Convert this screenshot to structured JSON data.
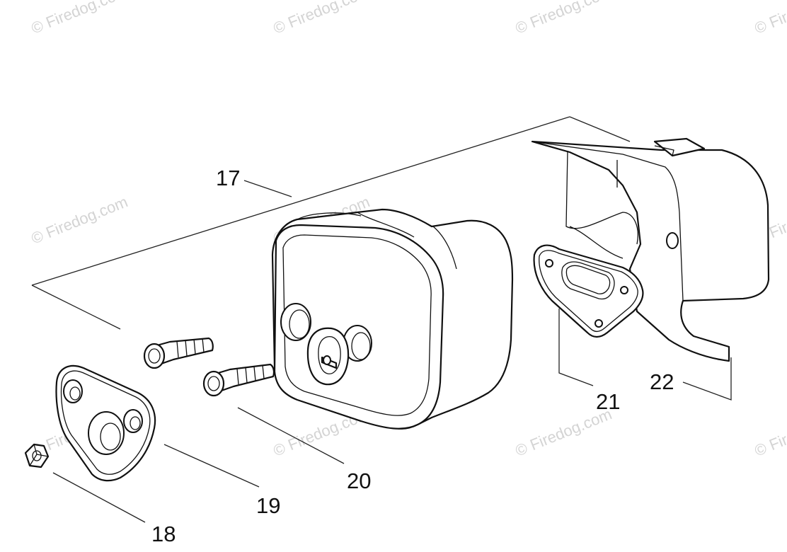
{
  "diagram": {
    "watermark_text": "© Firedog.com",
    "callouts": {
      "c17": "17",
      "c18": "18",
      "c19": "19",
      "c20": "20",
      "c21": "21",
      "c22": "22"
    }
  }
}
